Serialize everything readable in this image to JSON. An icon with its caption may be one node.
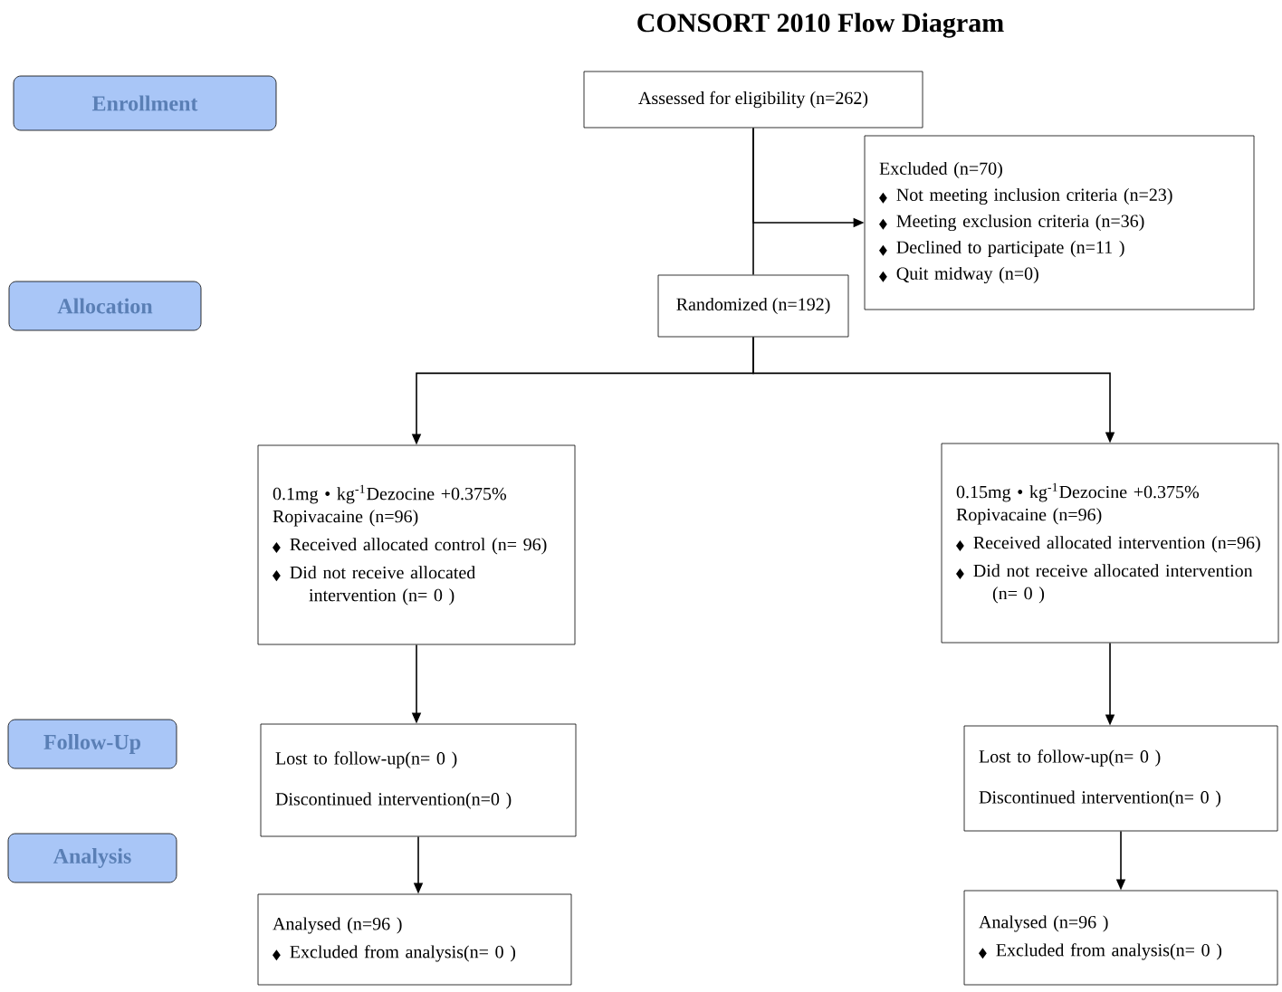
{
  "diagram": {
    "title": "CONSORT 2010 Flow Diagram",
    "nodes": [
      {
        "text": [
          "Enrollment"
        ]
      },
      {
        "text": [
          "Allocation"
        ]
      },
      {
        "text": [
          "Follow-Up"
        ]
      },
      {
        "text": [
          "Analysis"
        ]
      },
      {
        "text": [
          "Assessed for eligibility (n=262)"
        ]
      },
      {
        "text": [
          "Excluded  (n=70)",
          "Not meeting inclusion criteria (n=23)",
          "Meeting exclusion criteria (n=36)",
          "Declined to participate (n=11 )",
          "Quit midway (n=0)"
        ]
      },
      {
        "text": [
          "Randomized (n=192)"
        ]
      },
      {
        "text": [
          "0.1mg • kg$^{-1}$Dezocine +0.375% Ropivacaine (n=96)",
          "Received allocated control (n= 96)",
          "Did not receive allocated intervention  (n= 0 )"
        ]
      },
      {
        "text": [
          "0.15mg • kg$^{-1}$Dezocine +0.375% Ropivacaine (n=96)",
          "Received  allocated intervention (n=96)",
          "Did not receive allocated intervention (n= 0 )"
        ]
      },
      {
        "text": [
          "Lost to follow-up(n= 0 )",
          "Discontinued intervention(n=0 )"
        ]
      },
      {
        "text": [
          "Lost to follow-up(n= 0 )",
          "Discontinued intervention(n= 0 )"
        ]
      },
      {
        "text": [
          "Analysed  (n=96 )",
          "Excluded from analysis(n= 0 )"
        ]
      },
      {
        "text": [
          "Analysed  (n=96 )",
          "Excluded from analysis(n= 0 )"
        ]
      }
    ],
    "edges": [
      {
        "from": 4,
        "to": 6,
        "arrow": "none"
      },
      {
        "from": 4,
        "to": 5,
        "arrow": "to"
      },
      {
        "from": 6,
        "to": 7,
        "arrow": "to"
      },
      {
        "from": 6,
        "to": 8,
        "arrow": "to"
      },
      {
        "from": 7,
        "to": 9,
        "arrow": "to"
      },
      {
        "from": 8,
        "to": 10,
        "arrow": "to"
      },
      {
        "from": 9,
        "to": 11,
        "arrow": "to"
      },
      {
        "from": 10,
        "to": 12,
        "arrow": "to"
      }
    ]
  }
}
